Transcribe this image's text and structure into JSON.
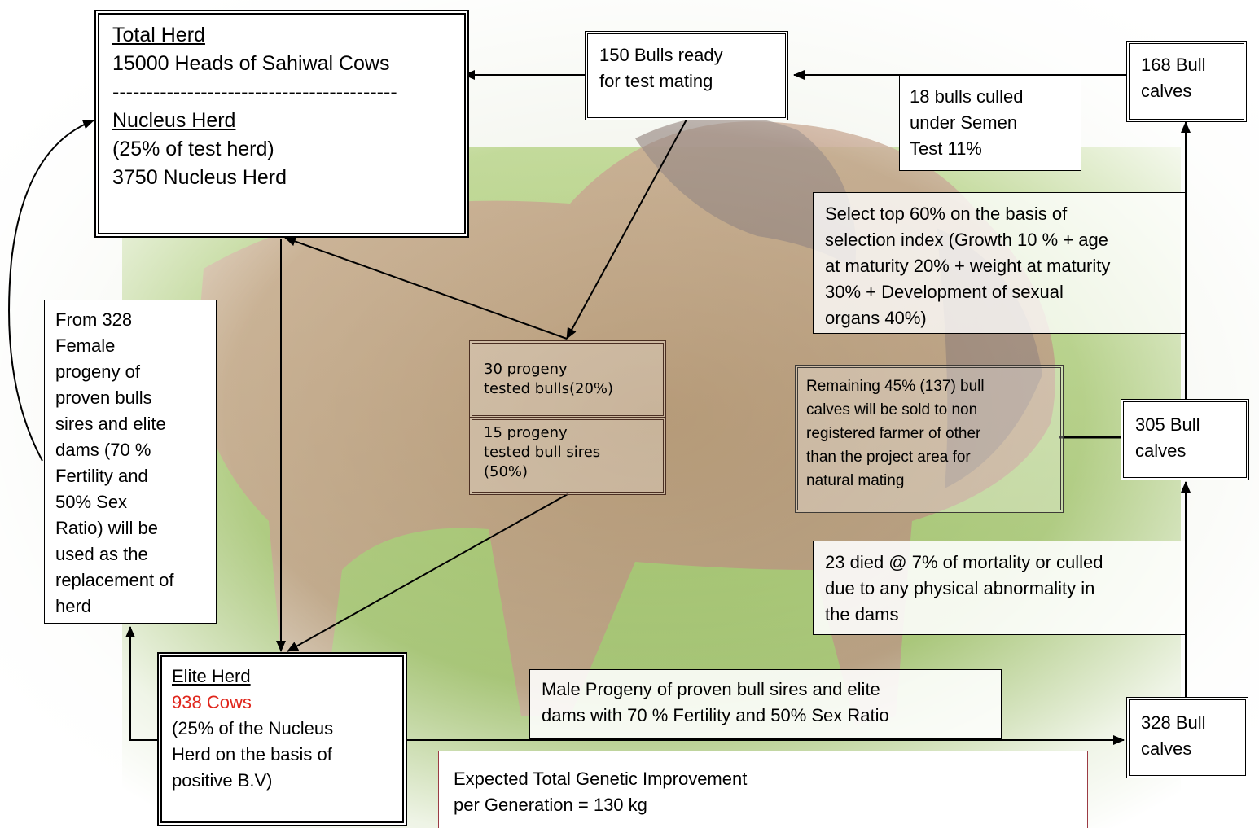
{
  "total_herd": {
    "title": "Total Herd",
    "count": "15000 Heads of Sahiwal Cows",
    "divider": "------------------------------------------",
    "nucleus_title": "Nucleus Herd",
    "nucleus_pct": "(25% of test herd)",
    "nucleus_count": "3750 Nucleus Herd"
  },
  "bulls_ready": {
    "line1": "150 Bulls ready",
    "line2": "for test mating"
  },
  "bulls_culled": {
    "line1": "18 bulls culled",
    "line2": "under Semen",
    "line3": "Test  11%"
  },
  "bull_calves_168": {
    "line1": "168 Bull",
    "line2": "calves"
  },
  "selection": {
    "line1": "Select top 60% on the basis of",
    "line2": "selection index (Growth 10 % + age",
    "line3": "at maturity 20% + weight at maturity",
    "line4": "30% + Development of sexual",
    "line5": "organs 40%)"
  },
  "female_progeny": {
    "lines": [
      "From 328",
      "Female",
      "progeny of",
      "proven bulls",
      "sires and elite",
      "dams (70 %",
      "Fertility and",
      "50% Sex",
      "Ratio) will be",
      "used as the",
      "replacement of",
      "herd"
    ]
  },
  "progeny_tested": {
    "line1": "30 progeny",
    "line2": "tested bulls(20%)"
  },
  "bull_sires": {
    "line1": "15 progeny",
    "line2": "tested bull sires",
    "line3": "(50%)"
  },
  "remaining": {
    "line1": "Remaining 45% (137)  bull",
    "line2": "calves will be sold to non",
    "line3": "registered farmer of other",
    "line4": "than the project area for",
    "line5": "natural mating"
  },
  "bull_calves_305": {
    "line1": "305 Bull",
    "line2": "calves"
  },
  "mortality": {
    "line1": "23 died @ 7% of mortality or culled",
    "line2": "due to any physical abnormality in",
    "line3": "the dams"
  },
  "elite_herd": {
    "title": "Elite Herd",
    "count": "938 Cows",
    "line1": "(25% of the Nucleus",
    "line2": "Herd on the basis of",
    "line3": "positive B.V)"
  },
  "male_progeny": {
    "line1": "Male Progeny of proven bull sires and elite",
    "line2": "dams with 70 % Fertility and 50% Sex Ratio"
  },
  "bull_calves_328": {
    "line1": "328 Bull",
    "line2": "calves"
  },
  "improvement": {
    "line1": "Expected Total Genetic Improvement",
    "line2": "per Generation    = 130 kg"
  },
  "colors": {
    "accent_red": "#e0261c",
    "improvement_border": "#9b3b44"
  }
}
